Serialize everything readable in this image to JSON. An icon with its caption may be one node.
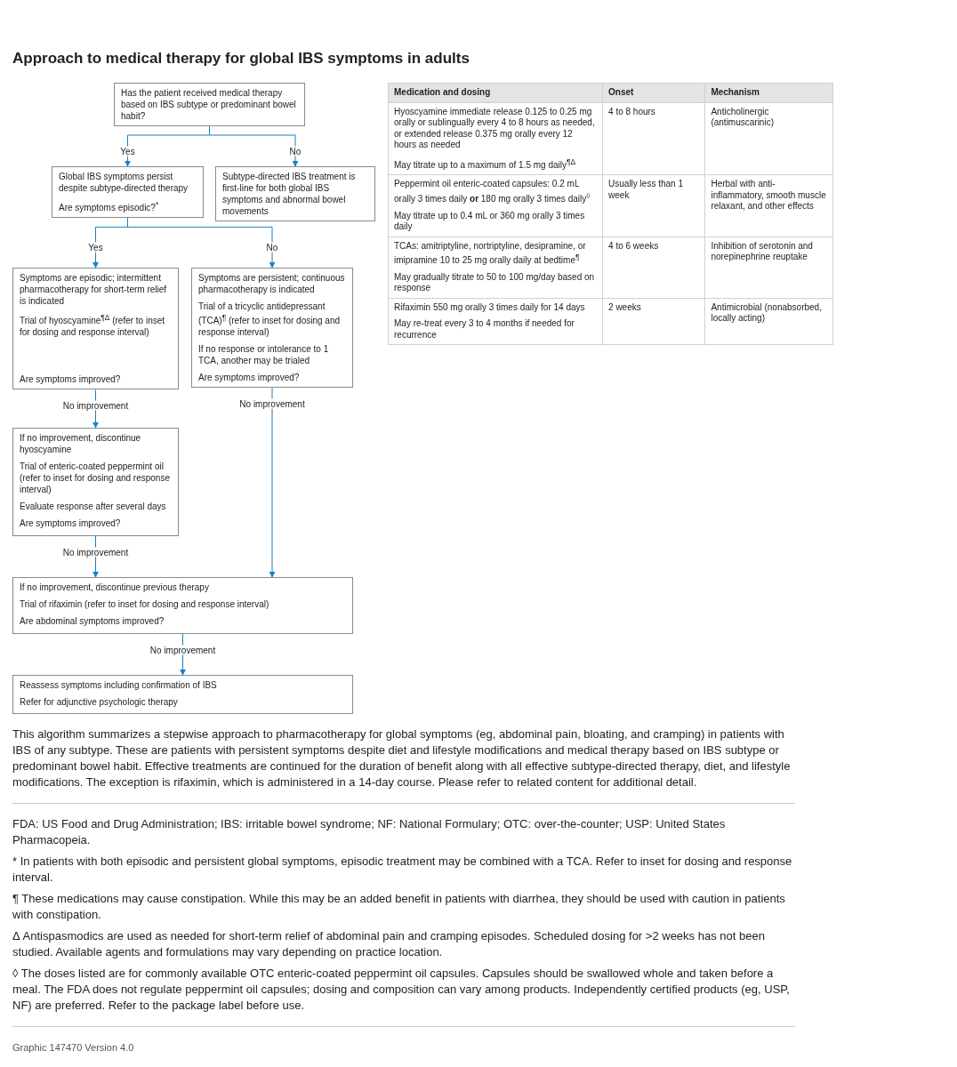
{
  "diagram": {
    "title": "Approach to medical therapy for global IBS symptoms in adults",
    "nodes": [
      {
        "text": [
          "Has the patient received medical therapy based on IBS subtype or predominant bowel habit?"
        ]
      },
      {
        "text": [
          "Global IBS symptoms persist despite subtype-directed therapy",
          "Are symptoms episodic?$^{*}$"
        ]
      },
      {
        "text": [
          "Subtype-directed IBS treatment is first-line for both global IBS symptoms and abnormal bowel movements"
        ]
      },
      {
        "text": [
          "Symptoms are episodic; intermittent pharmacotherapy for short-term relief is indicated",
          "Trial of hyoscyamine$^{¶Δ}$ (refer to inset for dosing and response interval)",
          "Are symptoms improved?"
        ]
      },
      {
        "text": [
          "Symptoms are persistent; continuous pharmacotherapy is indicated",
          "Trial of a tricyclic antidepressant (TCA)$^{¶}$ (refer to inset for dosing and response interval)",
          "If no response or intolerance to 1 TCA, another may be trialed",
          "Are symptoms improved?"
        ]
      },
      {
        "text": [
          "If no improvement, discontinue hyoscyamine",
          "Trial of enteric-coated peppermint oil (refer to inset for dosing and response interval)",
          "Evaluate response after several days",
          "Are symptoms improved?"
        ]
      },
      {
        "text": [
          "If no improvement, discontinue previous therapy",
          "Trial of rifaximin (refer to inset for dosing and response interval)",
          "Are abdominal symptoms improved?"
        ]
      },
      {
        "text": [
          "Reassess symptoms including confirmation of IBS",
          "Refer for adjunctive psychologic therapy"
        ]
      }
    ],
    "edges": [
      {
        "from": 0,
        "to": 1,
        "arrow": "to",
        "label": "Yes"
      },
      {
        "from": 0,
        "to": 2,
        "arrow": "to",
        "label": "No"
      },
      {
        "from": 1,
        "to": 3,
        "arrow": "to",
        "label": "Yes"
      },
      {
        "from": 1,
        "to": 4,
        "arrow": "to",
        "label": "No"
      },
      {
        "from": 3,
        "to": 5,
        "arrow": "to",
        "label": "No improvement"
      },
      {
        "from": 4,
        "to": 6,
        "arrow": "to",
        "label": "No improvement"
      },
      {
        "from": 5,
        "to": 6,
        "arrow": "to",
        "label": "No improvement"
      },
      {
        "from": 6,
        "to": 7,
        "arrow": "to",
        "label": "No improvement"
      }
    ],
    "labels": [
      "Medication and dosing",
      "Onset",
      "Mechanism",
      "Hyoscyamine immediate release 0.125 to 0.25 mg orally or sublingually every 4 to 8 hours as needed, or extended release 0.375 mg orally every 12 hours as needed",
      "May titrate up to a maximum of 1.5 mg daily$^{¶Δ}$",
      "4 to 8 hours",
      "Anticholinergic (antimuscarinic)",
      "Peppermint oil enteric-coated capsules: 0.2 mL orally 3 times daily **or** 180 mg orally 3 times daily$^{◊}$",
      "May titrate up to 0.4 mL or 360 mg orally 3 times daily",
      "Usually less than 1 week",
      "Herbal with anti-inflammatory, smooth muscle relaxant, and other effects",
      "TCAs: amitriptyline, nortriptyline, desipramine, or imipramine 10 to 25 mg orally daily at bedtime$^{¶}$",
      "May gradually titrate to 50 to 100 mg/day based on response",
      "4 to 6 weeks",
      "Inhibition of serotonin and norepinephrine reuptake",
      "Rifaximin 550 mg orally 3 times daily for 14 days",
      "May re-treat every 3 to 4 months if needed for recurrence",
      "2 weeks",
      "Antimicrobial (nonabsorbed, locally acting)",
      "This algorithm summarizes a stepwise approach to pharmacotherapy for global symptoms (eg, abdominal pain, bloating, and cramping) in patients with IBS of any subtype. These are patients with persistent symptoms despite diet and lifestyle modifications and medical therapy based on IBS subtype or predominant bowel habit. Effective treatments are continued for the duration of benefit along with all effective subtype-directed therapy, diet, and lifestyle modifications. The exception is rifaximin, which is administered in a 14-day course. Please refer to related content for additional detail.",
      "FDA: US Food and Drug Administration; IBS: irritable bowel syndrome; NF: National Formulary; OTC: over-the-counter; USP: United States Pharmacopeia.",
      "* In patients with both episodic and persistent global symptoms, episodic treatment may be combined with a TCA. Refer to inset for dosing and response interval.",
      "¶ These medications may cause constipation. While this may be an added benefit in patients with diarrhea, they should be used with caution in patients with constipation.",
      "Δ Antispasmodics are used as needed for short-term relief of abdominal pain and cramping episodes. Scheduled dosing for >2 weeks has not been studied. Available agents and formulations may vary depending on practice location.",
      "◊ The doses listed are for commonly available OTC enteric-coated peppermint oil capsules. Capsules should be swallowed whole and taken before a meal. The FDA does not regulate peppermint oil capsules; dosing and composition can vary among products. Independently certified products (eg, USP, NF) are preferred. Refer to the package label before use.",
      "Graphic 147470 Version 4.0"
    ]
  }
}
